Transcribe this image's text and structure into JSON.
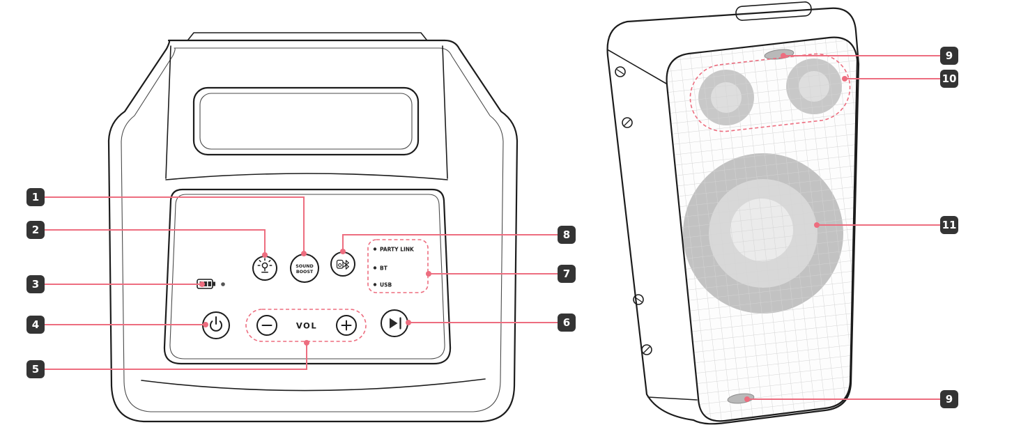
{
  "figure": {
    "name": "portable-speaker-parts-diagram",
    "views": [
      "top-control-panel-view",
      "front-grille-view"
    ]
  },
  "colors": {
    "accent": "#ed6d7f",
    "badge_bg": "#343434",
    "badge_text": "#ffffff",
    "outline": "#1c1c1c",
    "grille_grid": "#d4d4d4"
  },
  "callouts": {
    "c1": "1",
    "c2": "2",
    "c3": "3",
    "c4": "4",
    "c5": "5",
    "c6": "6",
    "c7": "7",
    "c8": "8",
    "c9_top": "9",
    "c9_bottom": "9",
    "c10": "10",
    "c11": "11"
  },
  "control_panel": {
    "sound_boost_button": {
      "line1": "SOUND",
      "line2": "BOOST"
    },
    "volume": {
      "label": "VOL"
    },
    "indicators": [
      {
        "label": "PARTY LINK"
      },
      {
        "label": "BT"
      },
      {
        "label": "USB"
      }
    ],
    "icons": [
      "lighting-icon",
      "sound-boost-button",
      "bluetooth-pairing-icon",
      "battery-indicator-icon",
      "power-icon",
      "volume-minus-icon",
      "volume-plus-icon",
      "play-pause-icon"
    ]
  },
  "front_view": {
    "parts": [
      "status-slot-top",
      "tweeter-pair",
      "woofer",
      "status-slot-bottom",
      "grille",
      "screws"
    ]
  }
}
